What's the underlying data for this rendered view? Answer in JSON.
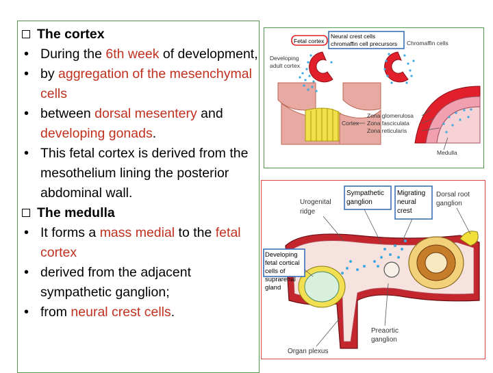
{
  "left": {
    "h1": "The cortex",
    "b1": [
      "During the ",
      "6th week",
      " of development,"
    ],
    "b2": [
      "by ",
      "aggregation of the mesenchymal cells"
    ],
    "b3": [
      "between ",
      "dorsal mesentery",
      " and ",
      "developing  gonads",
      "."
    ],
    "b4": "This fetal cortex  is derived from the mesothelium  lining the posterior abdominal wall.",
    "h2": "The medulla",
    "b5": [
      "It forms a ",
      "mass medial",
      " to the ",
      "fetal cortex"
    ],
    "b6": "derived from the adjacent sympathetic ganglion;",
    "b7": [
      "from ",
      "neural crest cells",
      "."
    ]
  },
  "fig1": {
    "fetal_cortex": "Fetal cortex",
    "neural_crest_l1": "Neural crest cells",
    "neural_crest_l2": "chromaffin cell precursors",
    "chromaffin": "Chromaffin cells",
    "dev_l1": "Developing",
    "dev_l2": "adult cortex",
    "zona1": "Zona glomerulosa",
    "zona2": "Zona fasciculata",
    "zona3": "Zona reticularis",
    "cortex": "Cortex",
    "medulla": "Medulla"
  },
  "fig2": {
    "sym_l1": "Sympathetic",
    "sym_l2": "ganglion",
    "mig_l1": "Migrating",
    "mig_l2": "neural",
    "mig_l3": "crest",
    "drg_l1": "Dorsal root",
    "drg_l2": "ganglion",
    "uro_l1": "Urogenital",
    "uro_l2": "ridge",
    "fc_l1": "Developing",
    "fc_l2": "fetal cortical",
    "fc_l3": "cells of",
    "fc_l4": "suprarenal",
    "fc_l5": "gland",
    "pre_l1": "Preaortic",
    "pre_l2": "ganglion",
    "organ": "Organ plexus"
  },
  "colors": {
    "highlight": "#c0301e",
    "panel_border": "#4e9a4a",
    "label_box": "#3a6fb8"
  }
}
